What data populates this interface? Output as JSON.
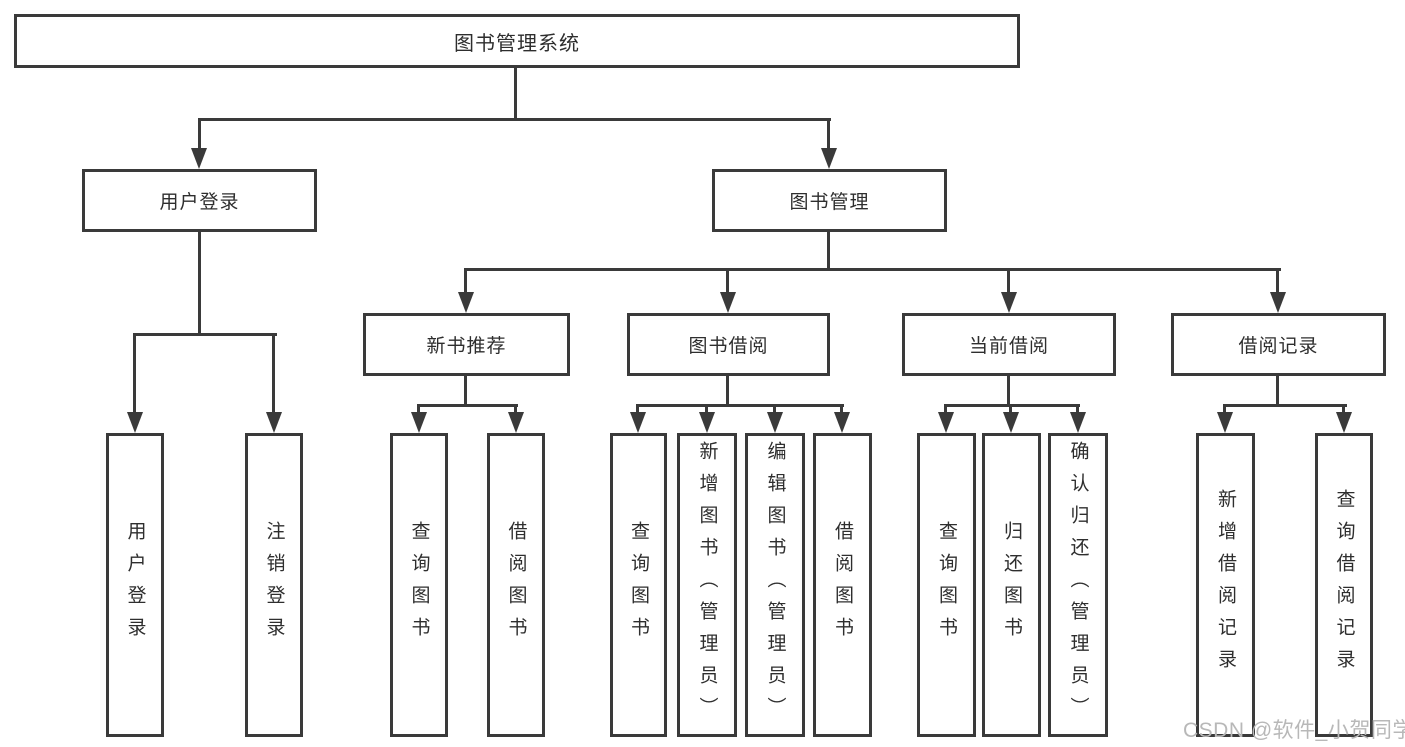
{
  "tree": {
    "root": {
      "label": "图书管理系统",
      "children": [
        {
          "label": "用户登录",
          "children": [
            {
              "label": "用户登录"
            },
            {
              "label": "注销登录"
            }
          ]
        },
        {
          "label": "图书管理",
          "children": [
            {
              "label": "新书推荐",
              "children": [
                {
                  "label": "查询图书"
                },
                {
                  "label": "借阅图书"
                }
              ]
            },
            {
              "label": "图书借阅",
              "children": [
                {
                  "label": "查询图书"
                },
                {
                  "label": "新增图书（管理员）"
                },
                {
                  "label": "编辑图书（管理员）"
                },
                {
                  "label": "借阅图书"
                }
              ]
            },
            {
              "label": "当前借阅",
              "children": [
                {
                  "label": "查询图书"
                },
                {
                  "label": "归还图书"
                },
                {
                  "label": "确认归还（管理员）"
                }
              ]
            },
            {
              "label": "借阅记录",
              "children": [
                {
                  "label": "新增借阅记录"
                },
                {
                  "label": "查询借阅记录"
                }
              ]
            }
          ]
        }
      ]
    }
  },
  "watermark": "CSDN @软件_小贺同学",
  "colors": {
    "line": "#3a3a3a",
    "text": "#2e2e2e",
    "watermark_text": "#b8b8b8",
    "background": "#ffffff"
  }
}
